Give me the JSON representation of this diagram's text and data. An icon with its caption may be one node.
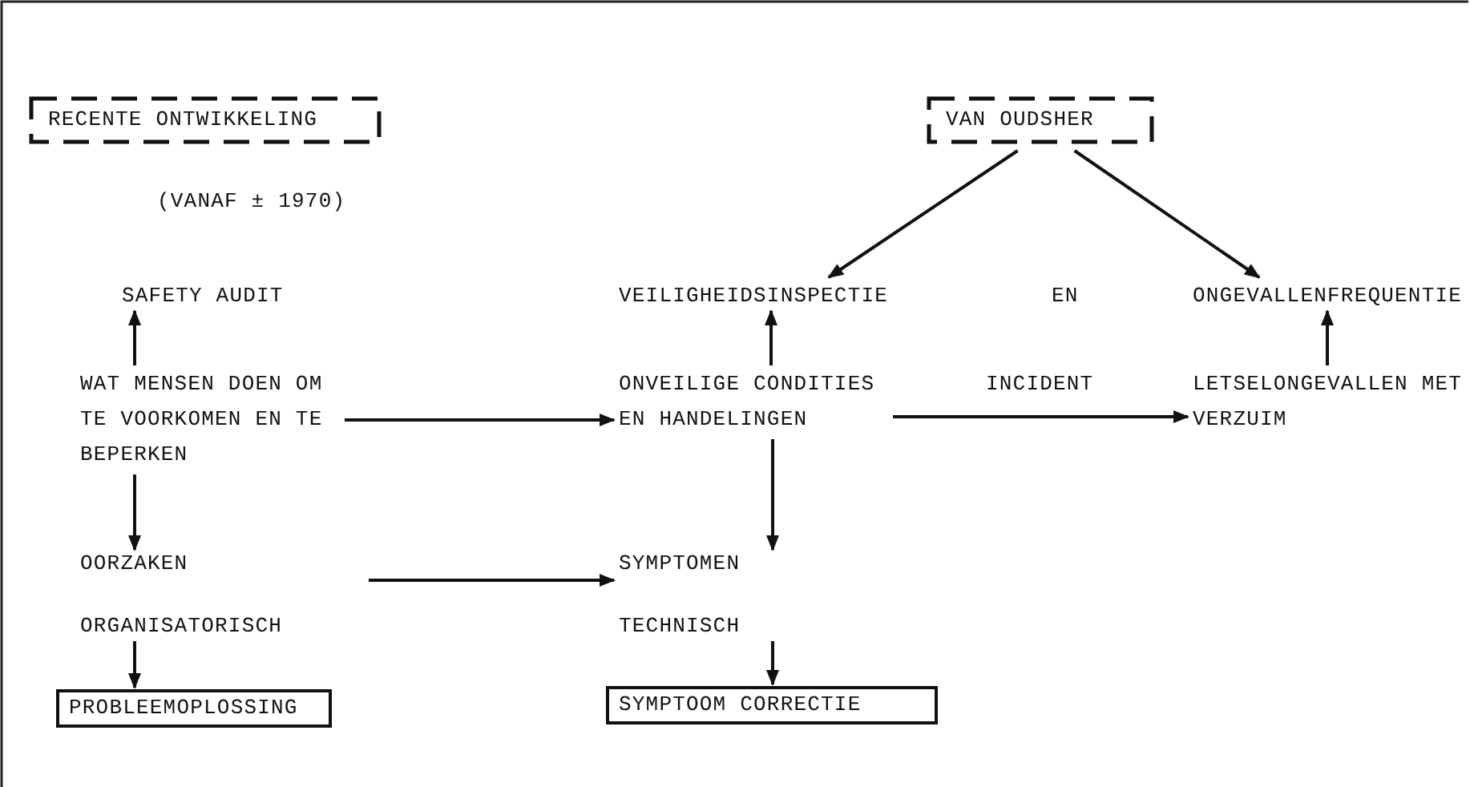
{
  "diagram": {
    "nodes": [
      {
        "text": [
          "RECENTE ONTWIKKELING"
        ],
        "beside": [
          "(VANAF ± 1970)"
        ]
      },
      {
        "text": [
          "VAN OUDSHER"
        ]
      },
      {
        "text": [
          "SAFETY AUDIT"
        ]
      },
      {
        "text": [
          "VEILIGHEIDSINSPECTIE"
        ]
      },
      {
        "text": [
          "ONGEVALLENFREQUENTIE"
        ]
      },
      {
        "text": [
          "WAT MENSEN DOEN OM TE VOORKOMEN EN TE BEPERKEN"
        ]
      },
      {
        "text": [
          "ONVEILIGE CONDITIES EN HANDELINGEN"
        ]
      },
      {
        "text": [
          "LETSELONGEVALLEN MET VERZUIM"
        ]
      },
      {
        "text": [
          "OORZAKEN"
        ]
      },
      {
        "text": [
          "SYMPTOMEN"
        ]
      },
      {
        "text": [
          "ORGANISATORISCH"
        ]
      },
      {
        "text": [
          "TECHNISCH"
        ]
      },
      {
        "text": [
          "PROBLEEMOPLOSSING"
        ]
      },
      {
        "text": [
          "SYMPTOOM CORRECTIE"
        ]
      }
    ],
    "edges": [
      {
        "from": 1,
        "to": 3,
        "arrow": "to"
      },
      {
        "from": 1,
        "to": 4,
        "arrow": "to"
      },
      {
        "from": 5,
        "to": 2,
        "arrow": "to"
      },
      {
        "from": 5,
        "to": 6,
        "arrow": "to"
      },
      {
        "from": 6,
        "to": 3,
        "arrow": "to"
      },
      {
        "from": 6,
        "to": 7,
        "label": "INCIDENT",
        "arrow": "to"
      },
      {
        "from": 7,
        "to": 4,
        "arrow": "to"
      },
      {
        "from": 5,
        "to": 8,
        "arrow": "to"
      },
      {
        "from": 6,
        "to": 9,
        "arrow": "to"
      },
      {
        "from": null,
        "to": 9,
        "arrow": "to"
      },
      {
        "from": 10,
        "to": 12,
        "arrow": "to"
      },
      {
        "from": 11,
        "to": 13,
        "arrow": "to"
      }
    ],
    "labels": [
      "EN"
    ]
  }
}
